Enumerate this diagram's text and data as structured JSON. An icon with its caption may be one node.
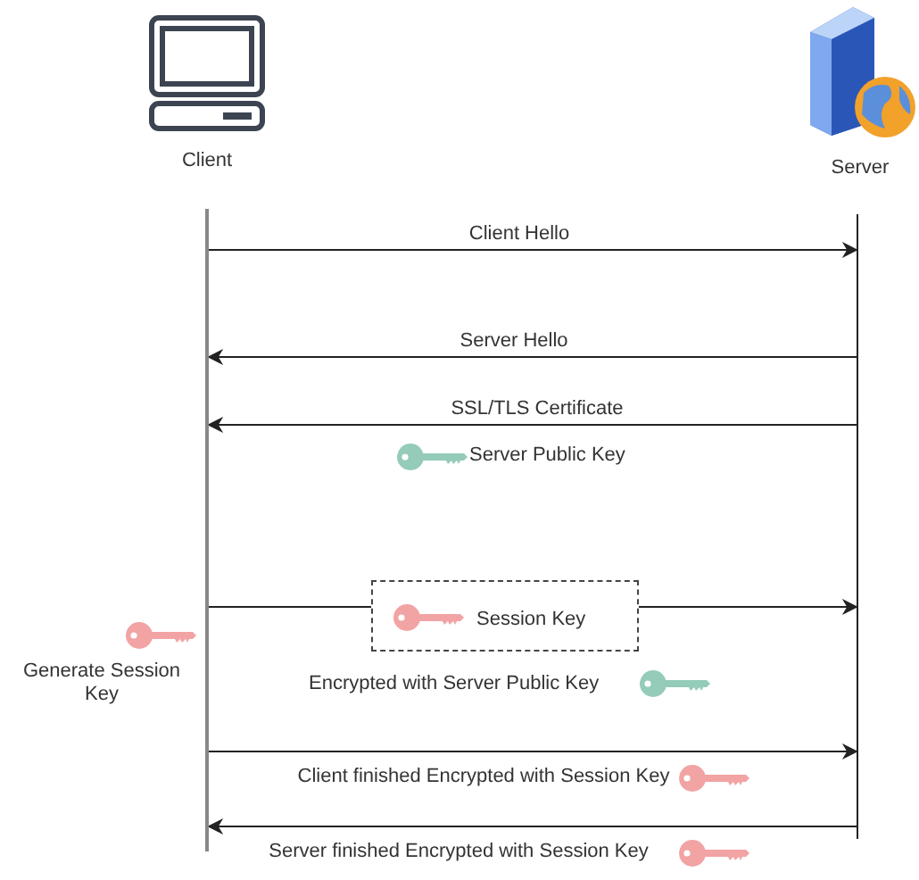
{
  "diagram": {
    "nodes": [
      {
        "text": [
          "Client"
        ]
      },
      {
        "text": [
          "Server"
        ]
      },
      {
        "text": [],
        "shape": "bar"
      },
      {
        "text": [],
        "shape": "bar"
      },
      {
        "text": [
          "Session Key"
        ]
      }
    ],
    "edges": [
      {
        "from": 2,
        "to": 3,
        "arrow": "to",
        "label": "Client Hello"
      },
      {
        "from": 3,
        "to": 2,
        "arrow": "to",
        "label": "Server Hello"
      },
      {
        "from": 3,
        "to": 2,
        "arrow": "to",
        "label": "SSL/TLS Certificate"
      },
      {
        "from": 2,
        "to": 4,
        "arrow": "none"
      },
      {
        "from": 4,
        "to": 3,
        "arrow": "to"
      },
      {
        "from": 2,
        "to": 3,
        "arrow": "to",
        "label": "Client finished Encrypted with Session Key"
      },
      {
        "from": 3,
        "to": 2,
        "arrow": "to",
        "label": "Server finished Encrypted with Session Key"
      }
    ],
    "labels": [
      "Server Public Key",
      "Generate Session Key",
      "Encrypted with Server Public Key"
    ]
  }
}
